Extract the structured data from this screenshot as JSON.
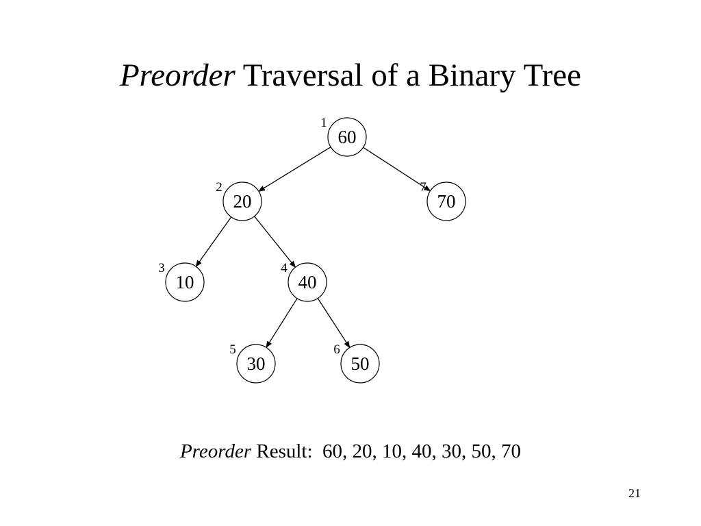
{
  "slide": {
    "title_italic": "Preorder",
    "title_rest": " Traversal of a Binary Tree",
    "result_italic": "Preorder",
    "result_rest": " Result:  60, 20, 10, 40, 30, 50, 70",
    "page_number": "21"
  },
  "tree": {
    "nodes": [
      {
        "id": "n60",
        "value": "60",
        "order": "1"
      },
      {
        "id": "n20",
        "value": "20",
        "order": "2"
      },
      {
        "id": "n70",
        "value": "70",
        "order": "7"
      },
      {
        "id": "n10",
        "value": "10",
        "order": "3"
      },
      {
        "id": "n40",
        "value": "40",
        "order": "4"
      },
      {
        "id": "n30",
        "value": "30",
        "order": "5"
      },
      {
        "id": "n50",
        "value": "50",
        "order": "6"
      }
    ],
    "edges": [
      {
        "from": "n60",
        "to": "n20"
      },
      {
        "from": "n60",
        "to": "n70"
      },
      {
        "from": "n20",
        "to": "n10"
      },
      {
        "from": "n20",
        "to": "n40"
      },
      {
        "from": "n40",
        "to": "n30"
      },
      {
        "from": "n40",
        "to": "n50"
      }
    ]
  }
}
